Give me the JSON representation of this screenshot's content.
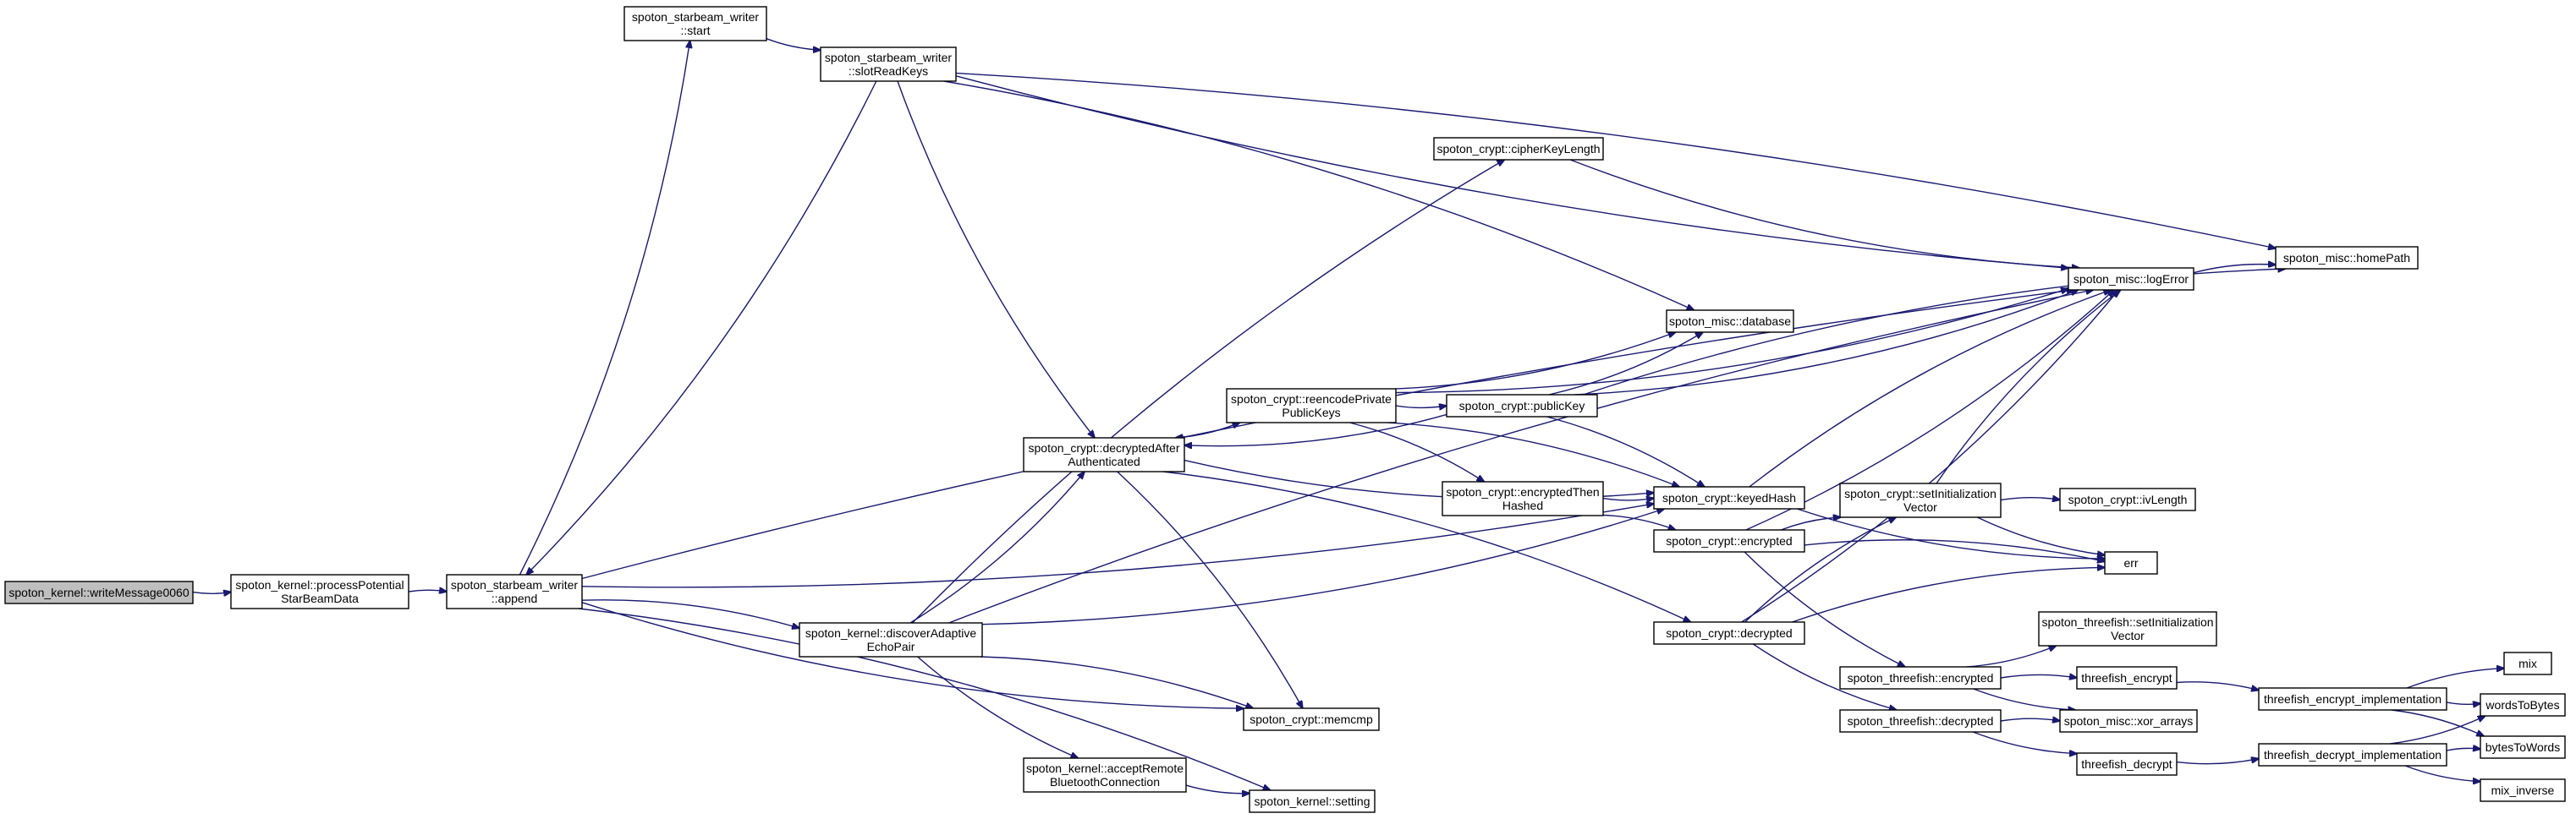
{
  "diagram": {
    "nodes": [
      {
        "id": "writeMessage0060",
        "lines": [
          "spoton_kernel::writeMessage0060"
        ],
        "root": true
      },
      {
        "id": "processPotential",
        "lines": [
          "spoton_kernel::processPotential",
          "StarBeamData"
        ]
      },
      {
        "id": "append",
        "lines": [
          "spoton_starbeam_writer",
          "::append"
        ]
      },
      {
        "id": "start",
        "lines": [
          "spoton_starbeam_writer",
          "::start"
        ]
      },
      {
        "id": "slotReadKeys",
        "lines": [
          "spoton_starbeam_writer",
          "::slotReadKeys"
        ]
      },
      {
        "id": "discoverAdaptive",
        "lines": [
          "spoton_kernel::discoverAdaptive",
          "EchoPair"
        ]
      },
      {
        "id": "decryptedAfter",
        "lines": [
          "spoton_crypt::decryptedAfter",
          "Authenticated"
        ]
      },
      {
        "id": "acceptRemote",
        "lines": [
          "spoton_kernel::acceptRemote",
          "BluetoothConnection"
        ]
      },
      {
        "id": "cipherKeyLength",
        "lines": [
          "spoton_crypt::cipherKeyLength"
        ]
      },
      {
        "id": "reencode",
        "lines": [
          "spoton_crypt::reencodePrivate",
          "PublicKeys"
        ]
      },
      {
        "id": "memcmp",
        "lines": [
          "spoton_crypt::memcmp"
        ]
      },
      {
        "id": "setting",
        "lines": [
          "spoton_kernel::setting"
        ]
      },
      {
        "id": "publicKey",
        "lines": [
          "spoton_crypt::publicKey"
        ]
      },
      {
        "id": "encryptedThen",
        "lines": [
          "spoton_crypt::encryptedThen",
          "Hashed"
        ]
      },
      {
        "id": "database",
        "lines": [
          "spoton_misc::database"
        ]
      },
      {
        "id": "keyedHash",
        "lines": [
          "spoton_crypt::keyedHash"
        ]
      },
      {
        "id": "encrypted",
        "lines": [
          "spoton_crypt::encrypted"
        ]
      },
      {
        "id": "decrypted",
        "lines": [
          "spoton_crypt::decrypted"
        ]
      },
      {
        "id": "setInitVector",
        "lines": [
          "spoton_crypt::setInitialization",
          "Vector"
        ]
      },
      {
        "id": "tfEncrypted",
        "lines": [
          "spoton_threefish::encrypted"
        ]
      },
      {
        "id": "tfDecrypted",
        "lines": [
          "spoton_threefish::decrypted"
        ]
      },
      {
        "id": "logError",
        "lines": [
          "spoton_misc::logError"
        ]
      },
      {
        "id": "err",
        "lines": [
          "err"
        ]
      },
      {
        "id": "ivLength",
        "lines": [
          "spoton_crypt::ivLength"
        ]
      },
      {
        "id": "tfSetInitVector",
        "lines": [
          "spoton_threefish::setInitialization",
          "Vector"
        ]
      },
      {
        "id": "threefishEncrypt",
        "lines": [
          "threefish_encrypt"
        ]
      },
      {
        "id": "xorArrays",
        "lines": [
          "spoton_misc::xor_arrays"
        ]
      },
      {
        "id": "threefishDecrypt",
        "lines": [
          "threefish_decrypt"
        ]
      },
      {
        "id": "homePath",
        "lines": [
          "spoton_misc::homePath"
        ]
      },
      {
        "id": "encImpl",
        "lines": [
          "threefish_encrypt_implementation"
        ]
      },
      {
        "id": "decImpl",
        "lines": [
          "threefish_decrypt_implementation"
        ]
      },
      {
        "id": "mix",
        "lines": [
          "mix"
        ]
      },
      {
        "id": "wordsToBytes",
        "lines": [
          "wordsToBytes"
        ]
      },
      {
        "id": "bytesToWords",
        "lines": [
          "bytesToWords"
        ]
      },
      {
        "id": "mixInverse",
        "lines": [
          "mix_inverse"
        ]
      }
    ],
    "edges": [
      [
        "writeMessage0060",
        "processPotential"
      ],
      [
        "processPotential",
        "append"
      ],
      [
        "append",
        "start"
      ],
      [
        "append",
        "discoverAdaptive"
      ],
      [
        "append",
        "memcmp"
      ],
      [
        "append",
        "setting"
      ],
      [
        "append",
        "keyedHash"
      ],
      [
        "append",
        "logError"
      ],
      [
        "start",
        "slotReadKeys"
      ],
      [
        "slotReadKeys",
        "append"
      ],
      [
        "slotReadKeys",
        "decryptedAfter"
      ],
      [
        "slotReadKeys",
        "database"
      ],
      [
        "slotReadKeys",
        "logError"
      ],
      [
        "slotReadKeys",
        "homePath"
      ],
      [
        "discoverAdaptive",
        "decryptedAfter"
      ],
      [
        "discoverAdaptive",
        "cipherKeyLength"
      ],
      [
        "discoverAdaptive",
        "acceptRemote"
      ],
      [
        "discoverAdaptive",
        "memcmp"
      ],
      [
        "discoverAdaptive",
        "keyedHash"
      ],
      [
        "discoverAdaptive",
        "logError"
      ],
      [
        "decryptedAfter",
        "reencode"
      ],
      [
        "decryptedAfter",
        "memcmp"
      ],
      [
        "decryptedAfter",
        "keyedHash"
      ],
      [
        "decryptedAfter",
        "decrypted"
      ],
      [
        "acceptRemote",
        "setting"
      ],
      [
        "reencode",
        "decryptedAfter"
      ],
      [
        "reencode",
        "publicKey"
      ],
      [
        "reencode",
        "encryptedThen"
      ],
      [
        "reencode",
        "database"
      ],
      [
        "reencode",
        "keyedHash"
      ],
      [
        "reencode",
        "logError"
      ],
      [
        "publicKey",
        "decryptedAfter"
      ],
      [
        "publicKey",
        "database"
      ],
      [
        "publicKey",
        "keyedHash"
      ],
      [
        "publicKey",
        "logError"
      ],
      [
        "publicKey",
        "homePath"
      ],
      [
        "encryptedThen",
        "keyedHash"
      ],
      [
        "encryptedThen",
        "encrypted"
      ],
      [
        "cipherKeyLength",
        "logError"
      ],
      [
        "keyedHash",
        "logError"
      ],
      [
        "keyedHash",
        "err"
      ],
      [
        "encrypted",
        "setInitVector"
      ],
      [
        "encrypted",
        "tfEncrypted"
      ],
      [
        "encrypted",
        "err"
      ],
      [
        "encrypted",
        "logError"
      ],
      [
        "decrypted",
        "setInitVector"
      ],
      [
        "decrypted",
        "tfDecrypted"
      ],
      [
        "decrypted",
        "err"
      ],
      [
        "decrypted",
        "logError"
      ],
      [
        "setInitVector",
        "ivLength"
      ],
      [
        "setInitVector",
        "err"
      ],
      [
        "setInitVector",
        "logError"
      ],
      [
        "tfEncrypted",
        "tfSetInitVector"
      ],
      [
        "tfEncrypted",
        "threefishEncrypt"
      ],
      [
        "tfEncrypted",
        "xorArrays"
      ],
      [
        "tfDecrypted",
        "xorArrays"
      ],
      [
        "tfDecrypted",
        "threefishDecrypt"
      ],
      [
        "threefishEncrypt",
        "encImpl"
      ],
      [
        "threefishDecrypt",
        "decImpl"
      ],
      [
        "encImpl",
        "mix"
      ],
      [
        "encImpl",
        "wordsToBytes"
      ],
      [
        "encImpl",
        "bytesToWords"
      ],
      [
        "decImpl",
        "wordsToBytes"
      ],
      [
        "decImpl",
        "bytesToWords"
      ],
      [
        "decImpl",
        "mixInverse"
      ],
      [
        "logError",
        "homePath"
      ]
    ]
  }
}
